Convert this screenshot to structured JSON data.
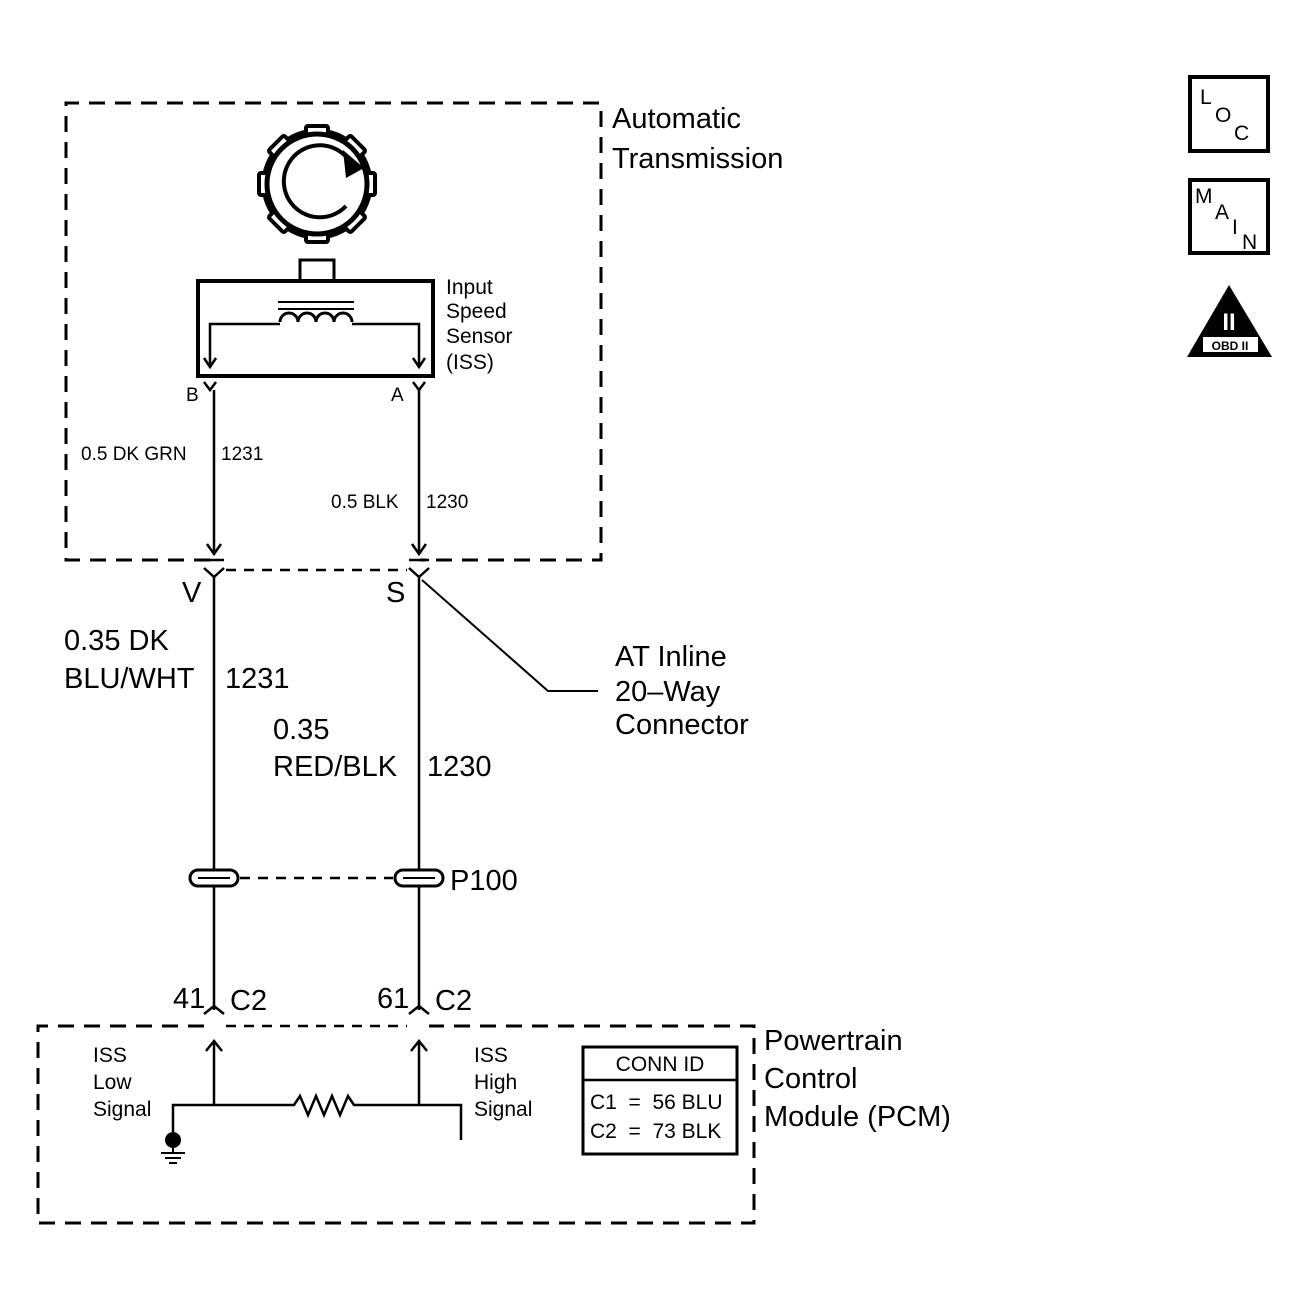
{
  "transmission": {
    "line1": "Automatic",
    "line2": "Transmission"
  },
  "sensor": {
    "line1": "Input",
    "line2": "Speed",
    "line3": "Sensor",
    "line4": "(ISS)"
  },
  "sensor_pins": {
    "left": "B",
    "right": "A"
  },
  "wires_upper": {
    "left": {
      "size_color": "0.5 DK GRN",
      "circuit": "1231"
    },
    "right": {
      "size_color": "0.5 BLK",
      "circuit": "1230"
    }
  },
  "inline_pins": {
    "left": "V",
    "right": "S"
  },
  "inline_connector": {
    "line1": "AT Inline",
    "line2": "20–Way",
    "line3": "Connector"
  },
  "wires_lower": {
    "left": {
      "line1": "0.35 DK",
      "line2": "BLU/WHT",
      "circuit": "1231"
    },
    "right": {
      "line1": "0.35",
      "line2": "RED/BLK",
      "circuit": "1230"
    }
  },
  "passthrough": {
    "label": "P100"
  },
  "pcm_pins": {
    "left": {
      "number": "41",
      "connector": "C2"
    },
    "right": {
      "number": "61",
      "connector": "C2"
    }
  },
  "pcm": {
    "line1": "Powertrain",
    "line2": "Control",
    "line3": "Module (PCM)"
  },
  "pcm_inputs": {
    "low": {
      "line1": "ISS",
      "line2": "Low",
      "line3": "Signal"
    },
    "high": {
      "line1": "ISS",
      "line2": "High",
      "line3": "Signal"
    }
  },
  "conn_id": {
    "title": "CONN ID",
    "row1": "C1  =  56 BLU",
    "row2": "C2  =  73 BLK"
  },
  "icons": {
    "loc": {
      "l1": "L",
      "l2": "O",
      "l3": "C"
    },
    "main": {
      "l1": "M",
      "l2": "A",
      "l3": "I",
      "l4": "N"
    },
    "obd": {
      "numeral": "II",
      "label": "OBD II"
    }
  }
}
